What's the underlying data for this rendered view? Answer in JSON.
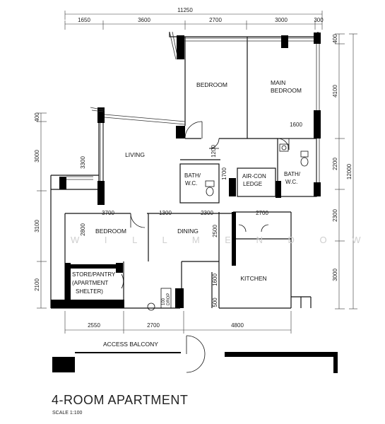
{
  "plan": {
    "title": "4-ROOM APARTMENT",
    "scale": "SCALE  1:100",
    "watermark": "W I L L M E N D O W",
    "rooms": {
      "bedroom_top": "BEDROOM",
      "main_bedroom_1": "MAIN",
      "main_bedroom_2": "BEDROOM",
      "living": "LIVING",
      "bath1_1": "BATH/",
      "bath1_2": "W.C.",
      "aircon_1": "AIR-CON",
      "aircon_2": "LEDGE",
      "bath2_1": "BATH/",
      "bath2_2": "W.C.",
      "bedroom_left": "BEDROOM",
      "dining": "DINING",
      "kitchen": "KITCHEN",
      "store_1": "STORE/PANTRY",
      "store_2": "(APARTMENT",
      "store_3": "SHELTER)",
      "access_balcony": "ACCESS BALCONY",
      "refuse_chute_1": "100",
      "refuse_chute_2": "DROP"
    },
    "dims": {
      "total_top": "11250",
      "top_1650": "1650",
      "top_3600": "3600",
      "top_2700": "2700",
      "top_3000": "3000",
      "top_300": "300",
      "bottom_2550": "2550",
      "bottom_2700": "2700",
      "bottom_4800": "4800",
      "left_400": "400",
      "left_3000": "3000",
      "left_3100": "3100",
      "left_2100": "2100",
      "right_400": "400",
      "right_4100": "4100",
      "right_2200": "2200",
      "right_2300": "2300",
      "right_3000": "3000",
      "right_total": "12000",
      "in_3300": "3300",
      "in_1600_bath": "1600",
      "in_1200": "1200",
      "in_1700": "1700",
      "in_3700": "3700",
      "in_1300": "1300",
      "in_2300": "2300",
      "in_2700": "2700",
      "in_2800": "2800",
      "in_2500": "2500",
      "in_1600_k": "1600",
      "in_500": "500"
    }
  }
}
